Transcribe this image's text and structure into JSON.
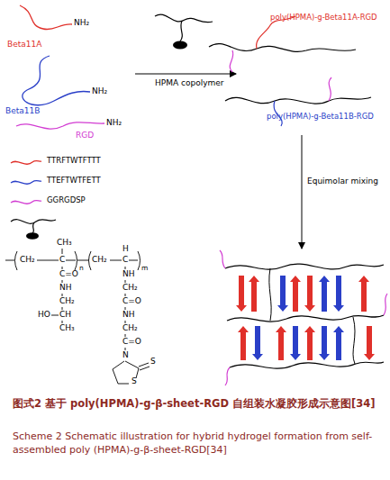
{
  "diagram": {
    "caption": "图式2 基于 poly(HPMA)-g-β-sheet-RGD 自组装水凝胶形成示意图[34]",
    "labels": [
      "NH₂",
      "Beta11A",
      "NH₂",
      "Beta11B",
      "RGD",
      "NH₂",
      "HPMA copolymer",
      "poly(HPMA)-g-Beta11A-RGD",
      "poly(HPMA)-g-Beta11B-RGD",
      "Equimolar mixing",
      "CH₃",
      "CH₂",
      "C",
      "n",
      "CH₂",
      "H",
      "C",
      "m",
      "C=O",
      "NH",
      "CH₂",
      "HO",
      "CH",
      "CH₃",
      "NH",
      "CH₂",
      "C=O",
      "NH",
      "CH₂",
      "C=O",
      "N",
      "S",
      "S",
      "Scheme 2 Schematic illustration for hybrid hydrogel formation from self-assembled poly (HPMA)-g-β-sheet-RGD[34]"
    ],
    "legend": [
      {
        "text": "TTRFTWTFTTT"
      },
      {
        "text": "TTEFTWTFETT"
      },
      {
        "text": "GGRGDSP"
      }
    ]
  }
}
